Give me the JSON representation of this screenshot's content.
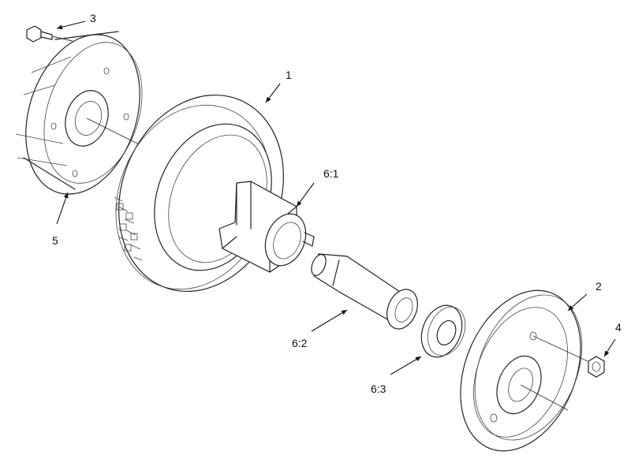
{
  "callouts": {
    "c1": "1",
    "c2": "2",
    "c3": "3",
    "c4": "4",
    "c5": "5",
    "c61": "6:1",
    "c62": "6:2",
    "c63": "6:3"
  }
}
